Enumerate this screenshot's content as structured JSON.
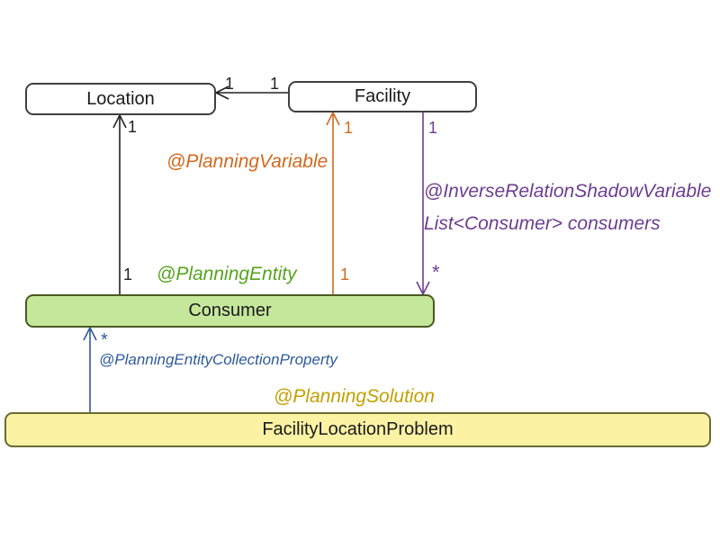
{
  "colors": {
    "line_black": "#222222",
    "orange": "#d2691e",
    "purple": "#6c3d91",
    "green": "#55a41e",
    "blue": "#2e5a9c",
    "gold": "#c2a000",
    "class_fill": "#ffffff",
    "class_border": "#404040",
    "consumer_fill": "#c5e79c",
    "consumer_border": "#4a5a20",
    "problem_fill": "#fbf2a3",
    "problem_border": "#6b6b33",
    "text": "#1a1a1a"
  },
  "classes": {
    "location": {
      "label": "Location"
    },
    "facility": {
      "label": "Facility"
    },
    "consumer": {
      "label": "Consumer"
    },
    "problem": {
      "label": "FacilityLocationProblem"
    }
  },
  "annotations": {
    "planning_variable": "@PlanningVariable",
    "inverse_relation_line1": "@InverseRelationShadowVariable",
    "inverse_relation_line2": "List<Consumer> consumers",
    "planning_entity": "@PlanningEntity",
    "planning_entity_collection_property": "@PlanningEntityCollectionProperty",
    "planning_solution": "@PlanningSolution"
  },
  "multiplicities": {
    "facility_to_location_at_location": "1",
    "facility_to_location_at_facility": "1",
    "consumer_to_location_at_location": "1",
    "consumer_to_location_at_consumer": "1",
    "consumer_to_facility_at_facility": "1",
    "consumer_to_facility_at_consumer": "1",
    "facility_to_consumer_at_facility": "1",
    "facility_to_consumer_at_consumer": "*",
    "problem_to_consumer_at_consumer": "*"
  }
}
